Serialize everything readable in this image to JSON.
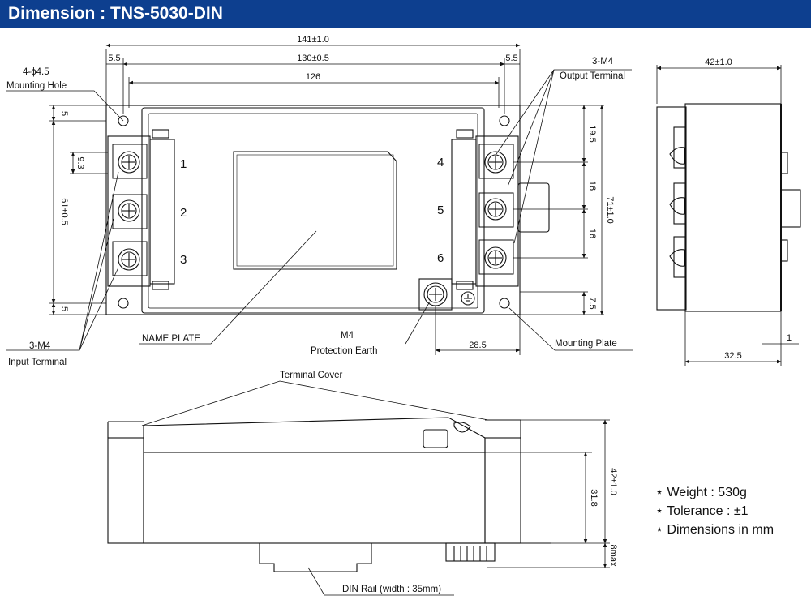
{
  "title": "Dimension : TNS-5030-DIN",
  "dims": {
    "overall_width": "141±1.0",
    "hole_pitch": "130±0.5",
    "inner_width": "126",
    "edge_left": "5.5",
    "edge_right": "5.5",
    "hole_dia": "4-ϕ4.5",
    "edge_top": "5",
    "edge_bottom": "5",
    "terminal_pitch_left": "9.3",
    "height_left": "61±0.5",
    "t_top": "19.5",
    "t_pitch1": "16",
    "t_pitch2": "16",
    "t_bottom": "7.5",
    "height_right": "71±1.0",
    "pe_offset": "28.5",
    "side_depth": "42±1.0",
    "side_base": "32.5",
    "side_plate": "1",
    "front_depth": "42±1.0",
    "front_body": "31.8",
    "rail_max": "8max"
  },
  "labels": {
    "mounting_hole": "Mounting Hole",
    "output_m4": "3-M4",
    "output_terminal": "Output Terminal",
    "input_m4": "3-M4",
    "input_terminal": "Input Terminal",
    "name_plate": "NAME PLATE",
    "pe_m4": "M4",
    "protection_earth": "Protection Earth",
    "mounting_plate": "Mounting Plate",
    "terminal_cover": "Terminal Cover",
    "din_rail": "DIN Rail (width : 35mm)"
  },
  "terminals": [
    "1",
    "2",
    "3",
    "4",
    "5",
    "6"
  ],
  "notes": [
    "⋆ Weight : 530g",
    "⋆ Tolerance : ±1",
    "⋆ Dimensions in mm"
  ]
}
